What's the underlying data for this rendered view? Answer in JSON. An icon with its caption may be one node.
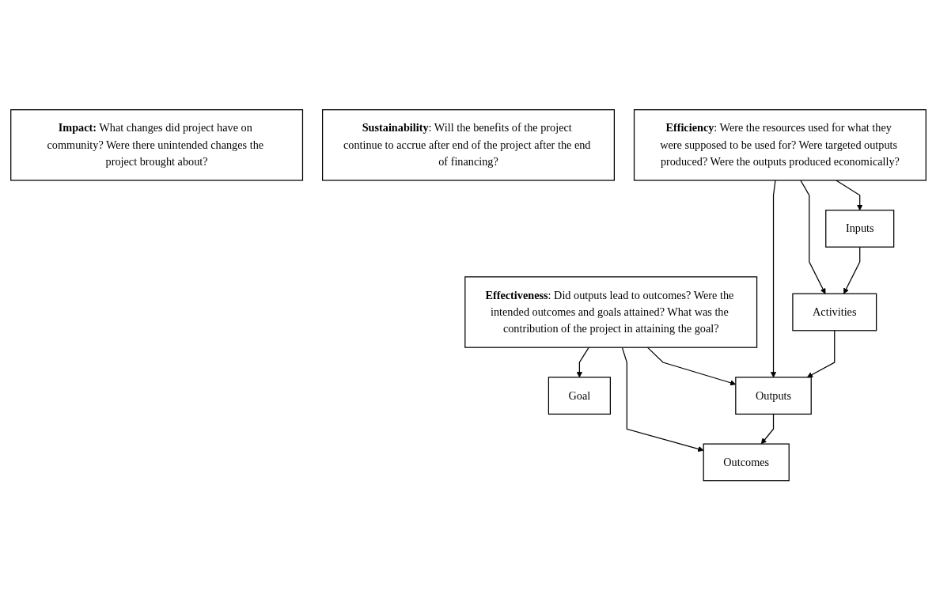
{
  "diagram": {
    "nodes": [
      {
        "text": [
          "**Impact:** What changes did project have on community? Were there unintended changes the project brought about?"
        ]
      },
      {
        "text": [
          "**Sustainability**: Will the benefits of the project continue to accrue after end of the project after the end of financing?"
        ]
      },
      {
        "text": [
          "Goal"
        ]
      },
      {
        "text": [
          "**Effectiveness**: Did outputs lead to outcomes? Were the intended outcomes and goals attained? What was the contribution of the project in attaining the goal?"
        ]
      },
      {
        "text": [
          "Outcomes"
        ]
      },
      {
        "text": [
          "Outputs"
        ]
      },
      {
        "text": [
          "**Efficiency**: Were the resources used for what they were supposed to be used for? Were targeted outputs produced? Were the outputs produced economically?"
        ]
      },
      {
        "text": [
          "Activities"
        ]
      },
      {
        "text": [
          "Inputs"
        ]
      }
    ],
    "edges": [
      {
        "from": 3,
        "to": 2,
        "arrow": "to"
      },
      {
        "from": 3,
        "to": 4,
        "arrow": "to"
      },
      {
        "from": 3,
        "to": 5,
        "arrow": "to"
      },
      {
        "from": 6,
        "to": 5,
        "arrow": "to"
      },
      {
        "from": 6,
        "to": 7,
        "arrow": "to"
      },
      {
        "from": 6,
        "to": 8,
        "arrow": "to"
      },
      {
        "from": 8,
        "to": 7,
        "arrow": "to"
      },
      {
        "from": 7,
        "to": 5,
        "arrow": "to"
      },
      {
        "from": 5,
        "to": 4,
        "arrow": "to"
      }
    ]
  }
}
